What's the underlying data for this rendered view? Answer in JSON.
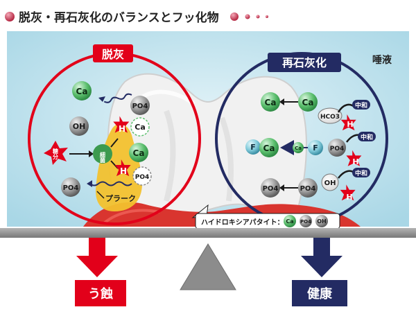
{
  "header": {
    "title": "脱灰・再石灰化のバランスとフッ化物"
  },
  "labels": {
    "saliva": "唾液",
    "demineralization": "脱灰",
    "remineralization": "再石灰化",
    "plaque": "プラーク",
    "sugar": "糖分",
    "bacteria": "細菌",
    "neutralize": "中和",
    "hydroxyapatite": "ハイドロキシアパタイト：",
    "caries": "う蝕",
    "health": "健康"
  },
  "ions": {
    "ca": "Ca",
    "oh": "OH",
    "po4": "PO4",
    "h": "H",
    "hco3": "HCO3",
    "f": "F"
  },
  "colors": {
    "red": "#e2001a",
    "navy": "#232b63",
    "caGreen": "#5cbf6e",
    "ionGray": "#8a8a8a",
    "sky": "#bfe3ef",
    "plaqueYellow": "#f2c12e"
  }
}
